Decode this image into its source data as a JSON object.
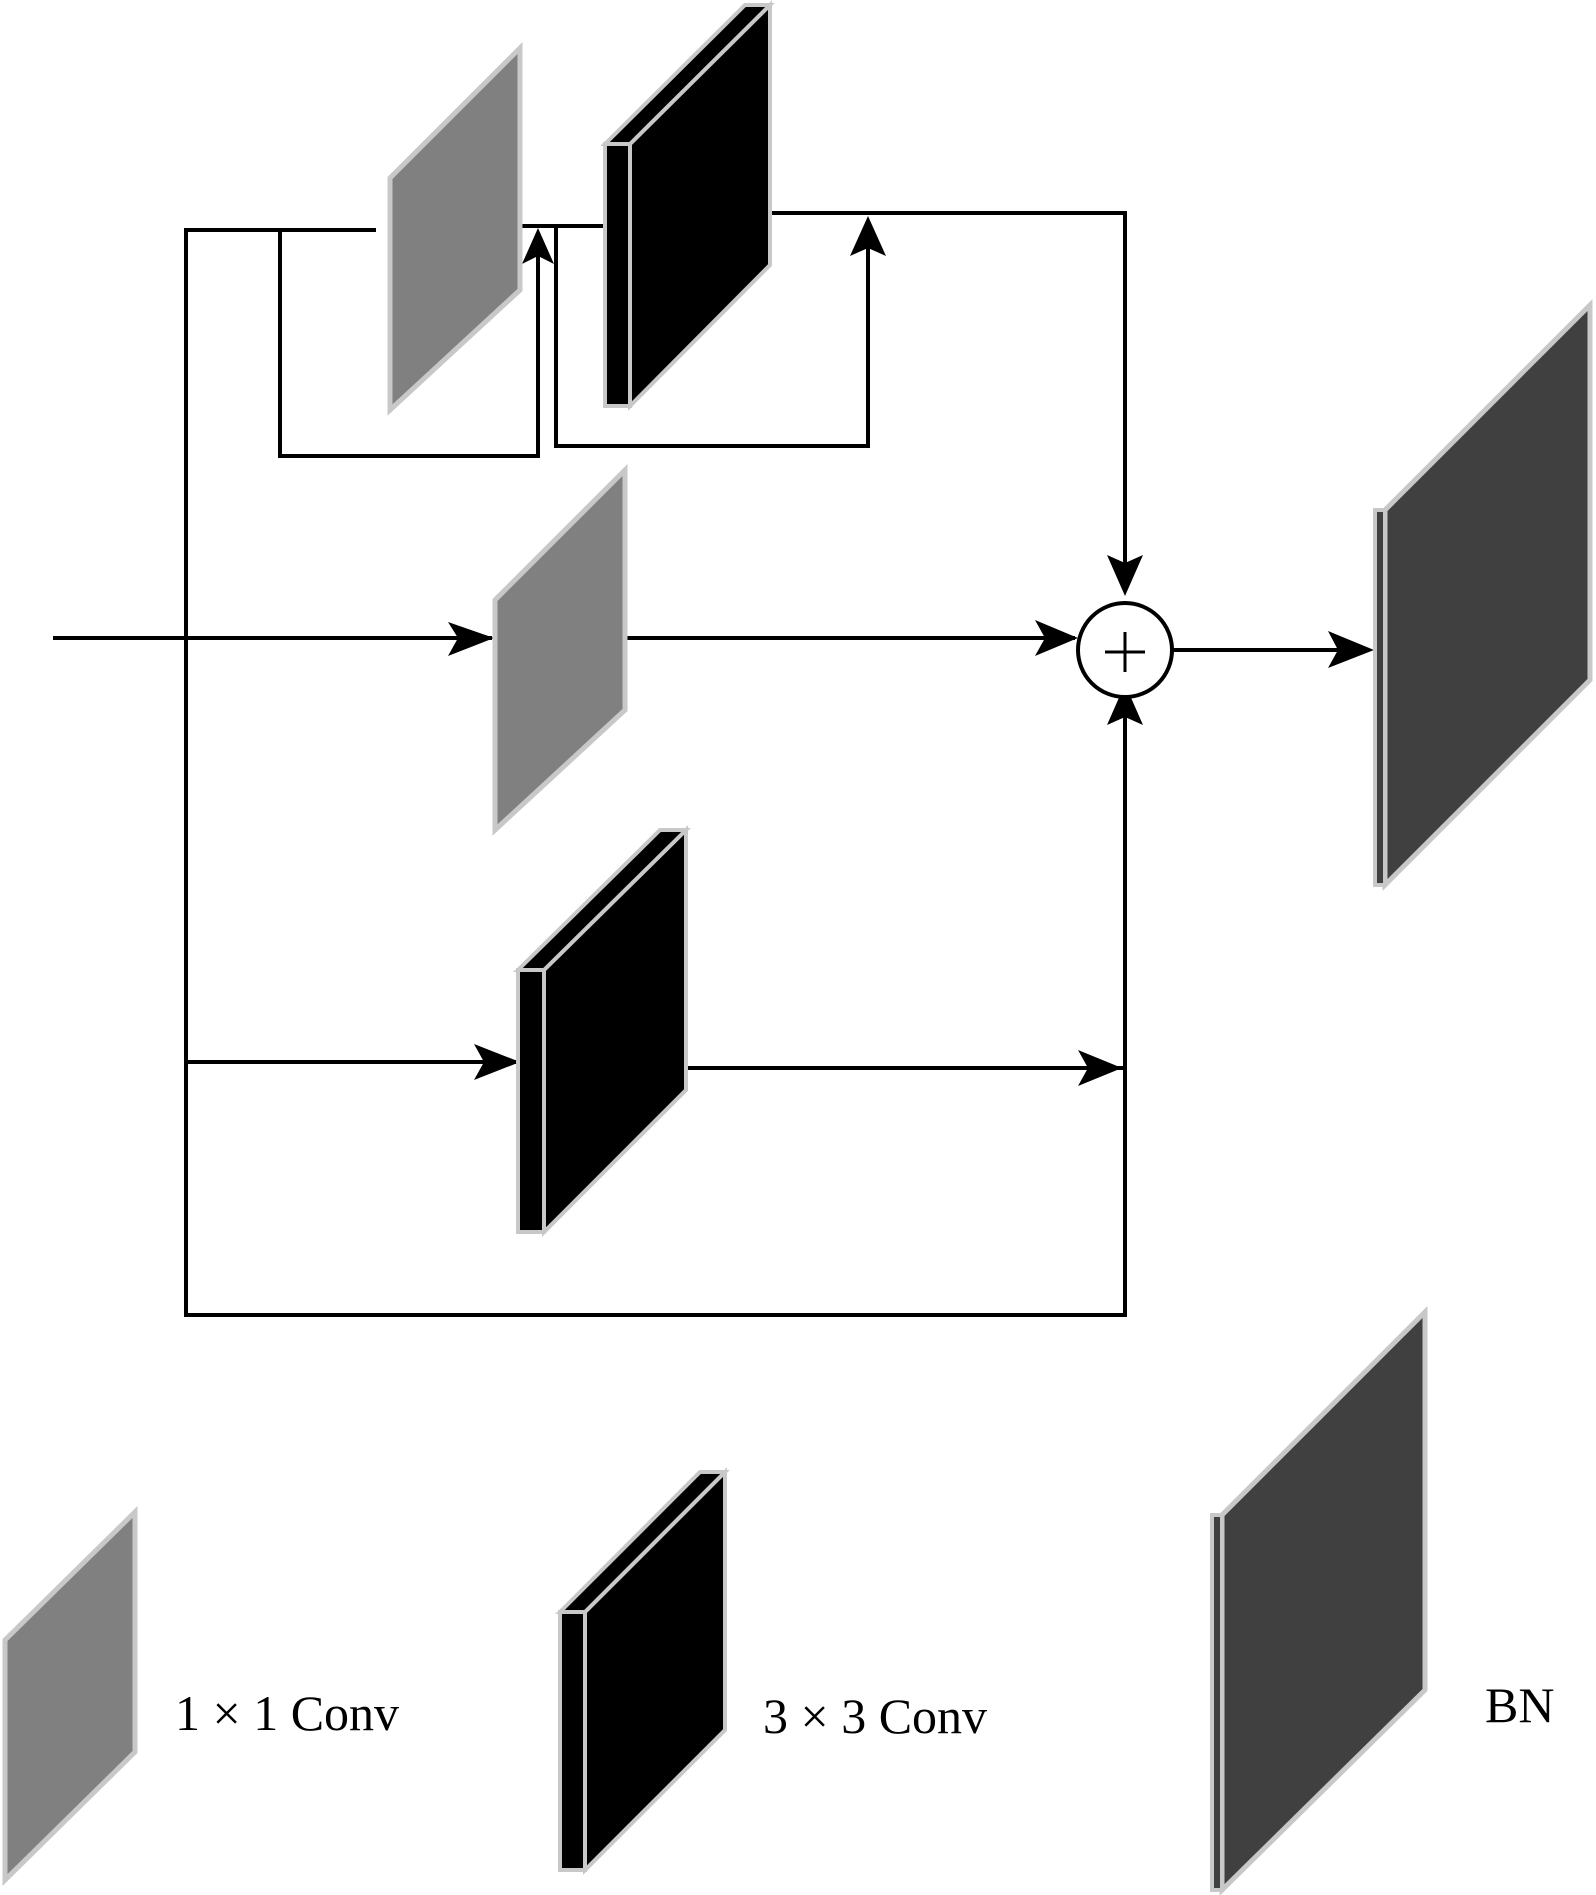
{
  "diagram": {
    "sum_symbol": "+",
    "colors": {
      "conv1x1": "#808080",
      "conv3x3": "#000000",
      "bn": "#404040",
      "edge": "#c8c8c8",
      "line": "#000000"
    }
  },
  "legend": {
    "conv1x1_label": "1 × 1 Conv",
    "conv3x3_label": "3 × 3 Conv",
    "bn_label": "BN"
  }
}
